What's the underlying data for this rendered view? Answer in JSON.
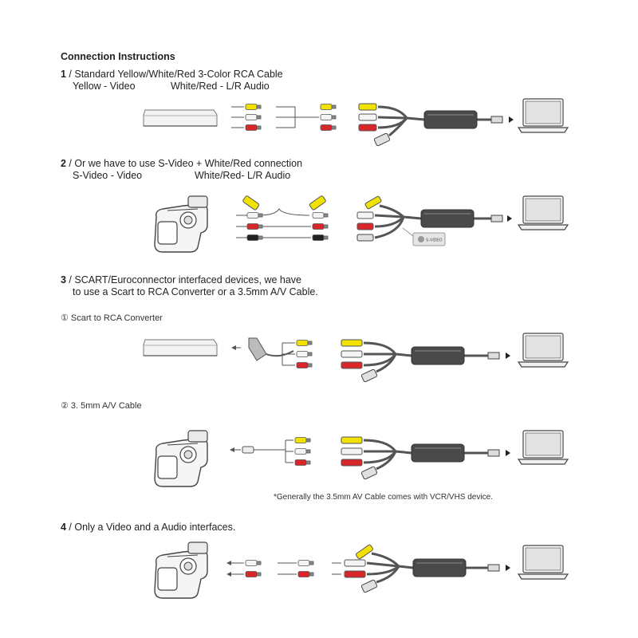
{
  "title": "Connection Instructions",
  "sections": [
    {
      "number": "1",
      "heading": " / Standard Yellow/White/Red 3-Color RCA Cable",
      "mapping_left": "Yellow - Video",
      "mapping_right": "White/Red - L/R Audio"
    },
    {
      "number": "2",
      "heading": " / Or we have to use  S-Video + White/Red connection",
      "mapping_left": "S-Video - Video",
      "mapping_right": "White/Red- L/R Audio",
      "chip_label": "S-VIDEO"
    },
    {
      "number": "3",
      "heading": " / SCART/Euroconnector interfaced devices, we have",
      "heading_line2": "to use a Scart to RCA Converter or a 3.5mm A/V Cable.",
      "sub1": "① Scart to RCA Converter",
      "sub2": "② 3. 5mm  A/V Cable",
      "note": "*Generally the 3.5mm AV Cable comes with VCR/VHS device."
    },
    {
      "number": "4",
      "heading": " / Only a Video and a Audio interfaces."
    }
  ],
  "colors": {
    "yellow": "#f2e200",
    "white": "#f4f4f4",
    "red": "#d8262b",
    "line": "#555555",
    "capture_box": "#4a4a4a",
    "laptop_screen": "#e3e3e3"
  }
}
